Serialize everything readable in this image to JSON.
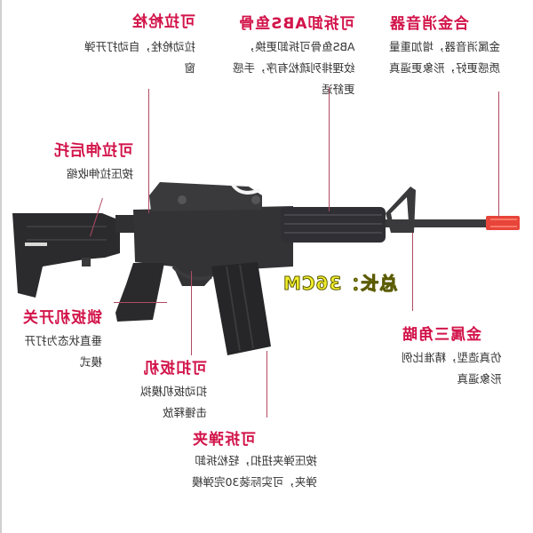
{
  "callouts": [
    {
      "id": "charging-handle",
      "title": "可拉枪栓",
      "desc": "拉动枪栓，自动打开弹\n窗"
    },
    {
      "id": "handguard",
      "title": "可拆卸ABS鱼骨",
      "desc": "ABS鱼骨可拆卸更换，\n纹理排列疏松有序，手感\n更舒适"
    },
    {
      "id": "flash-hider",
      "title": "合金消音器",
      "desc": "金属消音器，增加重量\n质感更好，形象更逼真"
    },
    {
      "id": "stock",
      "title": "可拉伸后托",
      "desc": "按压拉伸收缩"
    },
    {
      "id": "selector",
      "title": "锁扳机开关",
      "desc": "垂直状态为打开\n模式"
    },
    {
      "id": "trigger",
      "title": "可扣扳机",
      "desc": "扣动扳机模拟\n击锤释放"
    },
    {
      "id": "magazine",
      "title": "可拆弹夹",
      "desc": "按压弹夹扭扣，轻松拆卸\n弹夹，可实际装30完弹模"
    },
    {
      "id": "front-sight",
      "title": "金属三角瞄",
      "desc": "仿真造型，精准比例\n形象逼真"
    }
  ],
  "total_length": "总长：36CM",
  "colors": {
    "accent": "#d2144a",
    "leader": "#b24a63",
    "length_text": "#f2ee2a",
    "flash_hider": "#e8443a",
    "gun": "#2e2e30"
  }
}
